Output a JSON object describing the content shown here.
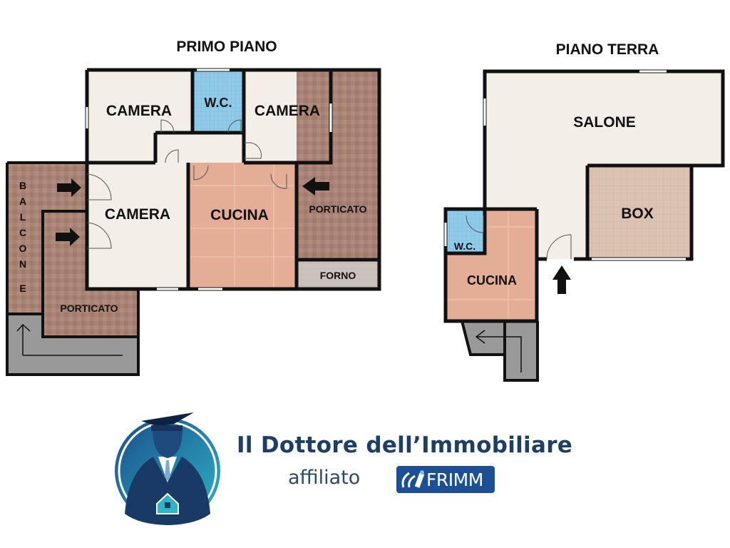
{
  "floor_plan": {
    "first_floor": {
      "title": "PRIMO PIANO",
      "rooms": [
        {
          "label": "CAMERA",
          "type": "bedroom"
        },
        {
          "label": "W.C.",
          "type": "bathroom"
        },
        {
          "label": "CAMERA",
          "type": "bedroom"
        },
        {
          "label": "CAMERA",
          "type": "bedroom"
        },
        {
          "label": "CUCINA",
          "type": "kitchen"
        },
        {
          "label": "PORTICATO",
          "type": "porch"
        },
        {
          "label": "FORNO",
          "type": "oven"
        },
        {
          "label": "PORTICATO",
          "type": "porch"
        },
        {
          "label": "BALCONE",
          "type": "balcony",
          "vertical_letters": [
            "B",
            "A",
            "L",
            "C",
            "O",
            "N",
            "E"
          ]
        }
      ]
    },
    "ground_floor": {
      "title": "PIANO TERRA",
      "rooms": [
        {
          "label": "SALONE",
          "type": "living-room"
        },
        {
          "label": "BOX",
          "type": "garage"
        },
        {
          "label": "W.C.",
          "type": "bathroom"
        },
        {
          "label": "CUCINA",
          "type": "kitchen"
        }
      ]
    }
  },
  "branding": {
    "agency_name": "Il Dottore dell’Immobiliare",
    "affiliation_text": "affiliato",
    "partner_name": "FRIMM"
  },
  "colors": {
    "wall": "#111111",
    "room_floor": "#f3eee8",
    "bathroom_tile": "#8fcbe8",
    "kitchen_tile": "#e3ad96",
    "porch_floor": "#a98374",
    "stairs": "#999999",
    "forno": "#c9c2bd",
    "box_floor": "#ddc3b3",
    "brand_blue": "#1d3f66",
    "frimm_blue": "#1d4f95"
  }
}
